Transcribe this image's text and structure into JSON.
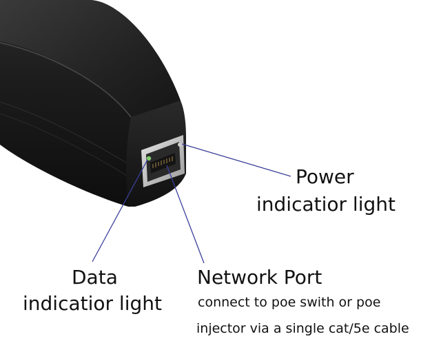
{
  "labels": {
    "power": {
      "line1": "Power",
      "line2": "indicatior light"
    },
    "data": {
      "line1": "Data",
      "line2": "indicatior light"
    },
    "network": {
      "title": "Network Port",
      "line1": "connect to poe swith or poe",
      "line2": "injector via a single cat/5e cable"
    }
  },
  "colors": {
    "background": "#ffffff",
    "device_body": "#1a1a1a",
    "device_highlight": "#3a3a3a",
    "port_shell": "#c9c9c9",
    "port_inner": "#2a2a2a",
    "callout_line": "#3b3f99",
    "led_green": "#7fcf6a"
  }
}
